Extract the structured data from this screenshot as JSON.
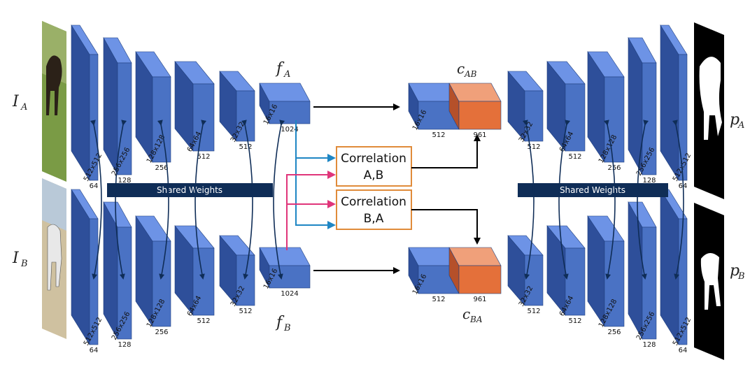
{
  "labels": {
    "input_a": "I",
    "input_a_sub": "A",
    "input_b": "I",
    "input_b_sub": "B",
    "feat_a": "f",
    "feat_a_sub": "A",
    "feat_b": "f",
    "feat_b_sub": "B",
    "corr_ab": "c",
    "corr_ab_sub": "AB",
    "corr_ba": "c",
    "corr_ba_sub": "BA",
    "out_a": "p",
    "out_a_sub": "A",
    "out_b": "p",
    "out_b_sub": "B"
  },
  "shared_weights": "Shared Weights",
  "correlation_ab": {
    "line1": "Correlation",
    "line2": "A,B"
  },
  "correlation_ba": {
    "line1": "Correlation",
    "line2": "B,A"
  },
  "encoder": {
    "sizes": [
      "512x512",
      "256x256",
      "128x128",
      "64x64",
      "32x32",
      "16x16"
    ],
    "channels": [
      "64",
      "128",
      "256",
      "512",
      "512",
      "1024"
    ]
  },
  "concat": {
    "size": "16x16",
    "channels_left": "512",
    "channels_right": "961"
  },
  "decoder": {
    "sizes": [
      "32x32",
      "64x64",
      "128x128",
      "256x256",
      "512x512"
    ],
    "channels": [
      "512",
      "512",
      "256",
      "128",
      "64"
    ]
  },
  "colors": {
    "block_front": "#4a72c4",
    "block_top": "#6d93e6",
    "block_side": "#2e4f9a",
    "corr_front": "#e4703a",
    "corr_top": "#f0a07a",
    "shared_bar": "#0f2d57",
    "arrow_blue": "#1e86c4",
    "arrow_pink": "#e0357a",
    "box_orange": "#e08b3a"
  },
  "icons": [
    "horse-image-a",
    "horse-image-b",
    "mask-a",
    "mask-b"
  ]
}
